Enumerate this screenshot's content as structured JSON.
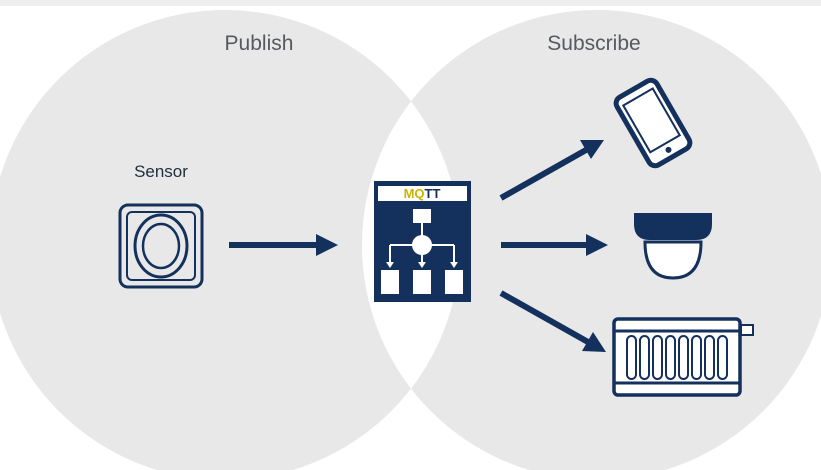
{
  "labels": {
    "publish": "Publish",
    "subscribe": "Subscribe",
    "sensor": "Sensor"
  },
  "broker": {
    "title_prefix": "MQ",
    "title_suffix": "TT"
  },
  "colors": {
    "navy": "#13315c",
    "circle_fill": "#e8e8e8",
    "overlap_fill": "#ffffff",
    "label_text": "#555a60",
    "mq_accent": "#c9b400",
    "background": "#ffffff"
  },
  "icons": {
    "sensor": "sensor-icon",
    "broker": "mqtt-broker-icon",
    "phone": "smartphone-icon",
    "camera": "dome-camera-icon",
    "radiator": "radiator-icon"
  }
}
